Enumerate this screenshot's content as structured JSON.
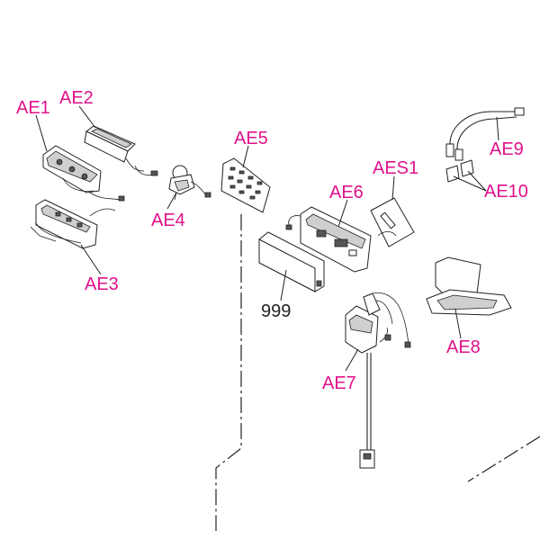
{
  "diagram": {
    "callout_color": "#e0118a",
    "labels": {
      "ae1": "AE1",
      "ae2": "AE2",
      "ae3": "AE3",
      "ae4": "AE4",
      "ae5": "AE5",
      "ae6": "AE6",
      "aes1": "AES1",
      "ae7": "AE7",
      "ae8": "AE8",
      "ae9": "AE9",
      "ae10": "AE10",
      "ref999": "999"
    }
  }
}
